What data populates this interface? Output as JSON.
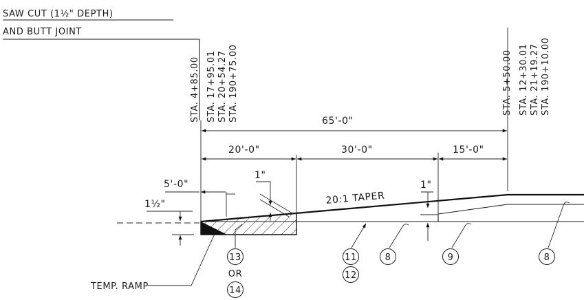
{
  "notes": {
    "saw_cut_line1": "SAW CUT (1½\" DEPTH)",
    "saw_cut_line2": "AND BUTT JOINT",
    "temp_ramp": "TEMP. RAMP",
    "taper": "20:1 TAPER"
  },
  "stations_left": [
    "STA. 4+85.00",
    "STA. 17+95.01",
    "STA. 20+54.27",
    "STA. 190+75.00"
  ],
  "stations_right": [
    "STA. 5+50.00",
    "STA. 12+30.01",
    "STA. 21+19.27",
    "STA. 190+10.00"
  ],
  "dimensions": {
    "total": "65'-0\"",
    "seg_a": "20'-0\"",
    "seg_b": "30'-0\"",
    "seg_c": "15'-0\"",
    "five_ft": "5'-0\"",
    "one_in_left": "1\"",
    "one_in_right": "1\"",
    "one_half_in": "1½\""
  },
  "callouts": {
    "c13": "13",
    "or": "OR",
    "c14": "14",
    "c11": "11",
    "c12": "12",
    "c8a": "8",
    "c9": "9",
    "c8b": "8"
  }
}
